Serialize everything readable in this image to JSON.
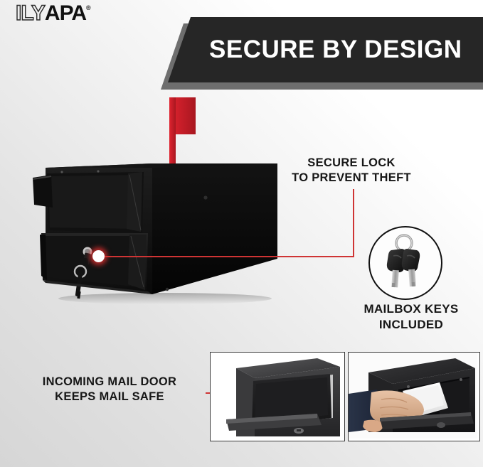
{
  "brand": {
    "name_outline": "ILY",
    "name_solid": "APA",
    "registered_mark": "®"
  },
  "header": {
    "banner_title": "SECURE BY DESIGN",
    "banner_bg": "#262626",
    "banner_shadow": "#6e6e6e",
    "banner_text_color": "#ffffff"
  },
  "accent_colors": {
    "leader_line_red": "#cf3434",
    "flag_red": "#cf1f2a",
    "marker_dot": "#ffffff",
    "text_dark": "#171717",
    "background_gradient_from": "#d6d6d6",
    "background_gradient_to": "#ffffff"
  },
  "callouts": [
    {
      "id": "secure-lock",
      "line1": "SECURE LOCK",
      "line2": "TO PREVENT THEFT"
    },
    {
      "id": "incoming-mail-door",
      "line1": "INCOMING MAIL DOOR",
      "line2": "KEEPS MAIL SAFE"
    }
  ],
  "feature_icon": {
    "icon_name": "mailbox-keys-icon",
    "caption_line1": "MAILBOX KEYS",
    "caption_line2": "INCLUDED"
  },
  "product_image": {
    "alt": "black steel mailbox with red flag raised, lock with key inserted",
    "flag_color": "#cf1f2a",
    "body_color": "#121212"
  },
  "detail_photos": [
    {
      "id": "incoming-mail-door-photo",
      "alt": "open incoming mail door on black mailbox"
    },
    {
      "id": "hand-inserting-mail-photo",
      "alt": "hand placing white mail into mailbox slot"
    }
  ]
}
